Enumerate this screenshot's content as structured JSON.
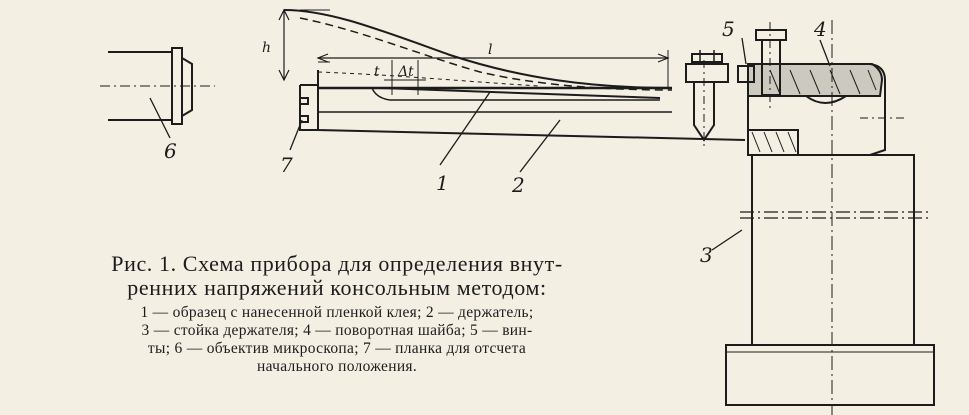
{
  "diagram": {
    "part_labels": [
      "1",
      "2",
      "3",
      "4",
      "5",
      "6",
      "7"
    ],
    "dimension_labels": {
      "h": "h",
      "l": "l",
      "t": "t",
      "delta_t": "Δt"
    }
  },
  "caption": {
    "title_line1": "Рис. 1. Схема прибора для определения внут-",
    "title_line2": "ренних напряжений консольным методом:",
    "legend_line1": "1 — образец с нанесенной пленкой клея; 2 — держатель;",
    "legend_line2": "3 — стойка держателя; 4 — поворотная шайба; 5 — вин-",
    "legend_line3": "ты; 6 — объектив микроскопа; 7 — планка для отсчета",
    "legend_line4": "начального положения."
  }
}
